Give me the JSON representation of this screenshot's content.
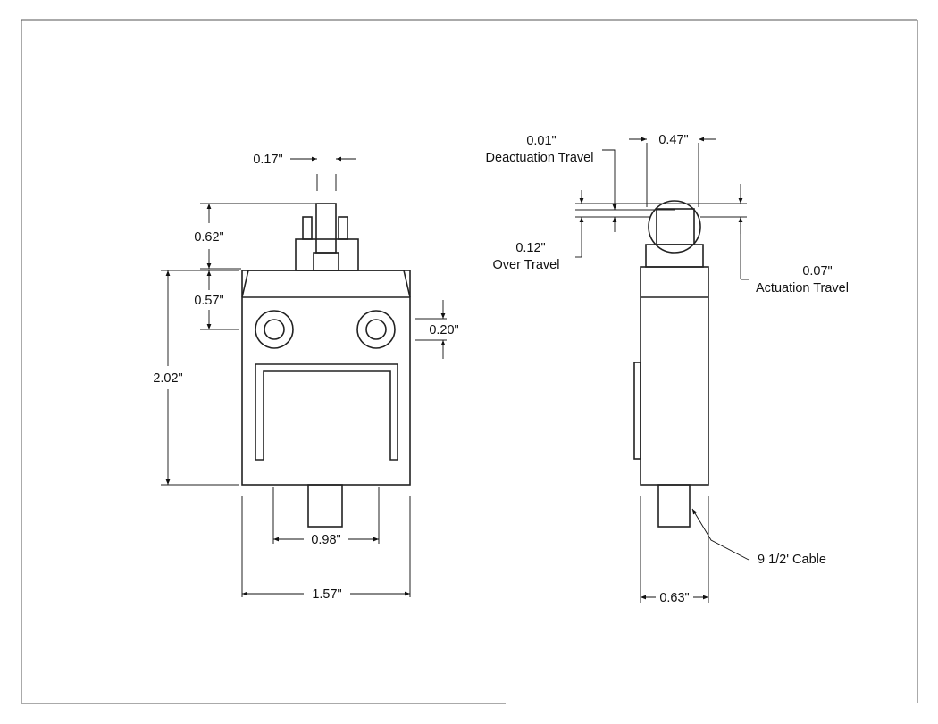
{
  "front_view": {
    "plunger_width": "0.17\"",
    "plunger_height": "0.62\"",
    "head_height": "0.57\"",
    "body_height": "2.02\"",
    "hole_diameter": "0.20\"",
    "cable_spacing": "0.98\"",
    "body_width": "1.57\""
  },
  "side_view": {
    "deactuation": {
      "value": "0.01\"",
      "label": "Deactuation Travel"
    },
    "roller_width": "0.47\"",
    "over_travel": {
      "value": "0.12\"",
      "label": "Over Travel"
    },
    "actuation": {
      "value": "0.07\"",
      "label": "Actuation Travel"
    },
    "cable_note": "9 1/2' Cable",
    "body_depth": "0.63\""
  }
}
